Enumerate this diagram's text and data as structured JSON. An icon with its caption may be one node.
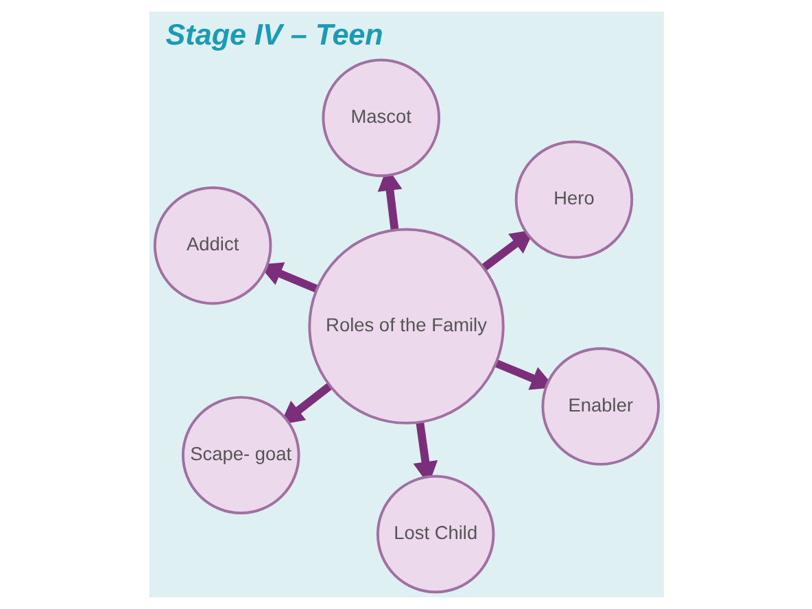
{
  "diagram": {
    "title": "Stage IV – Teen",
    "nodes": [
      {
        "text": [
          "Addict"
        ]
      },
      {
        "text": [
          "Enabler"
        ]
      },
      {
        "text": [
          "Lost Child"
        ]
      },
      {
        "text": [
          "Roles of the Family"
        ]
      },
      {
        "text": [
          "Hero"
        ]
      },
      {
        "text": [
          "Mascot"
        ]
      },
      {
        "text": [
          "Scape- goat"
        ]
      }
    ],
    "edges": [
      {
        "from": 3,
        "to": 0,
        "arrow": "to"
      },
      {
        "from": 3,
        "to": 1,
        "arrow": "to"
      },
      {
        "from": 3,
        "to": 2,
        "arrow": "to"
      },
      {
        "from": 3,
        "to": 4,
        "arrow": "to"
      },
      {
        "from": 3,
        "to": 5,
        "arrow": "to"
      },
      {
        "from": 3,
        "to": 6,
        "arrow": "to"
      }
    ]
  }
}
